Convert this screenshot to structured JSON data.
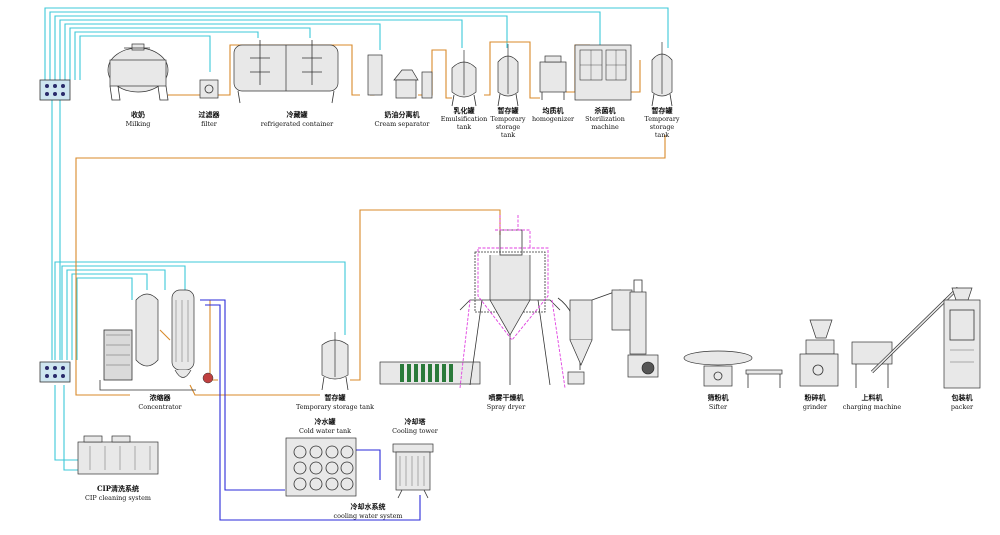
{
  "colors": {
    "cyan_pipe": "#3cc8d8",
    "orange_pipe": "#d88a2a",
    "blue_pipe": "#2a2ad8",
    "magenta_outline": "#e040e0",
    "green_tubes": "#2a7a3a",
    "equipment_line": "#333333"
  },
  "labels": {
    "milking": {
      "zh": "收奶",
      "en": "Milking"
    },
    "filter": {
      "zh": "过滤器",
      "en": "filter"
    },
    "refrigerated": {
      "zh": "冷藏罐",
      "en": "refrigerated container"
    },
    "cream": {
      "zh": "奶油分离机",
      "en": "Cream separator"
    },
    "emulsification": {
      "zh": "乳化罐",
      "en1": "Emulsification",
      "en2": "tank"
    },
    "temp_storage_1": {
      "zh": "暂存罐",
      "en1": "Temporary",
      "en2": "storage",
      "en3": "tank"
    },
    "homogenizer": {
      "zh": "均质机",
      "en": "homogenizer"
    },
    "sterilization": {
      "zh": "杀菌机",
      "en1": "Sterilization",
      "en2": "machine"
    },
    "temp_storage_2": {
      "zh": "暂存罐",
      "en1": "Temporary",
      "en2": "storage",
      "en3": "tank"
    },
    "concentrator": {
      "zh": "浓缩器",
      "en": "Concentrator"
    },
    "temp_storage_3": {
      "zh": "暂存罐",
      "en": "Temporary storage tank"
    },
    "spray_dryer": {
      "zh": "喷雾干燥机",
      "en": "Spray dryer"
    },
    "sifter": {
      "zh": "筛粉机",
      "en": "Sifter"
    },
    "grinder": {
      "zh": "粉碎机",
      "en": "grinder"
    },
    "charging": {
      "zh": "上料机",
      "en": "charging machine"
    },
    "packer": {
      "zh": "包装机",
      "en": "packer"
    },
    "cold_water": {
      "zh": "冷水罐",
      "en": "Cold water tank"
    },
    "cooling_tower": {
      "zh": "冷却塔",
      "en": "Cooling tower"
    },
    "cooling_system": {
      "zh": "冷却水系统",
      "en": "cooling water system"
    },
    "cip": {
      "zh": "CIP清洗系统",
      "en": "CIP cleaning system"
    }
  }
}
